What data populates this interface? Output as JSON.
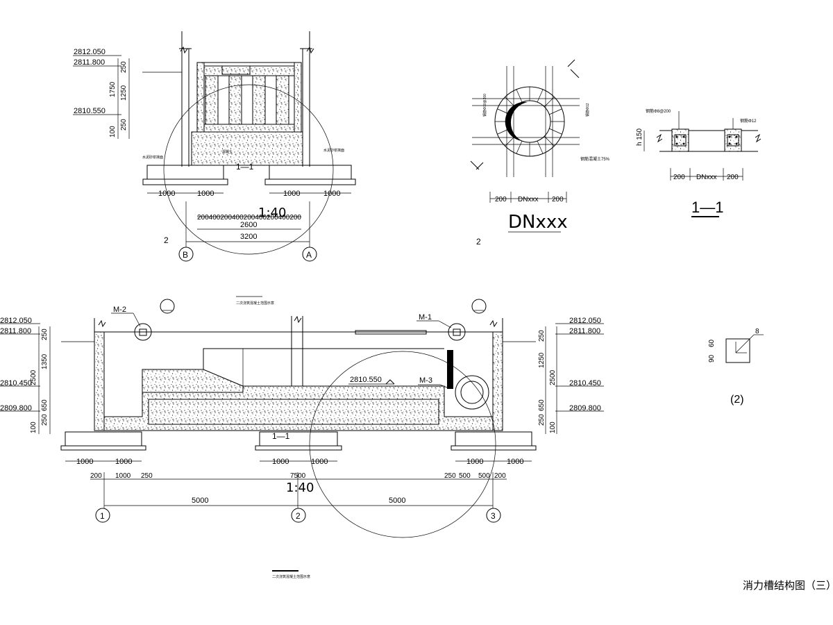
{
  "drawing_title": "消力槽结构图（三）",
  "top_left": {
    "elevations": [
      "2812.050",
      "2811.800",
      "2810.550"
    ],
    "vertical_dims": [
      "250",
      "1750",
      "1250",
      "250",
      "100"
    ],
    "bottom_dims_left": [
      "1000",
      "1000"
    ],
    "bottom_dims_right": [
      "1000",
      "1000"
    ],
    "inner_dims": "200400200400200400200400200",
    "dim_2600": "2600",
    "dim_3200": "3200",
    "scale": "1:40",
    "section": "1—1",
    "sheet_ref": "2",
    "axes": [
      "B",
      "A"
    ],
    "tiny_left": "水泥砂浆抹面",
    "tiny_mid": "混凝土",
    "tiny_right": "水泥砂浆抹面"
  },
  "pipe_detail": {
    "title": "DNxxx",
    "dims": [
      "200",
      "DNxxx",
      "200"
    ],
    "sheet_ref": "2",
    "note_left": "钢筋Φ10@200",
    "note_right": "钢筋Φ12",
    "note_bottom": "钢筋混凝土75%"
  },
  "section_1_1": {
    "title": "1—1",
    "h_label": "h 150",
    "dims": [
      "200",
      "DNxxx",
      "200"
    ],
    "note_left": "钢筋Φ8@200",
    "note_right": "钢筋Φ12"
  },
  "main_section": {
    "labels": [
      "M-2",
      "M-1",
      "M-3"
    ],
    "elev_left": [
      "2812.050",
      "2811.800",
      "2810.450",
      "2809.800"
    ],
    "elev_right": [
      "2812.050",
      "2811.800",
      "2810.450",
      "2809.800"
    ],
    "elev_mid": "2810.550",
    "vdims_left": [
      "250",
      "1350",
      "2500",
      "650",
      "250",
      "100"
    ],
    "vdims_right": [
      "250",
      "1250",
      "2500",
      "650",
      "250",
      "100"
    ],
    "bottom_pairs": [
      "1000",
      "1000",
      "1000",
      "1000",
      "1000",
      "1000"
    ],
    "lower_dims": [
      "200",
      "1000",
      "250",
      "7500",
      "250",
      "500",
      "500",
      "200"
    ],
    "span_dims": [
      "5000",
      "5000"
    ],
    "scale": "1:40",
    "section": "1—1",
    "axes": [
      "1",
      "2",
      "3"
    ],
    "top_note": "二次浇筑混凝土范围示意",
    "bottom_note": "二次浇筑混凝土范围示意"
  },
  "detail_2": {
    "label": "(2)",
    "dims": [
      "90",
      "60"
    ],
    "mark": "8"
  }
}
